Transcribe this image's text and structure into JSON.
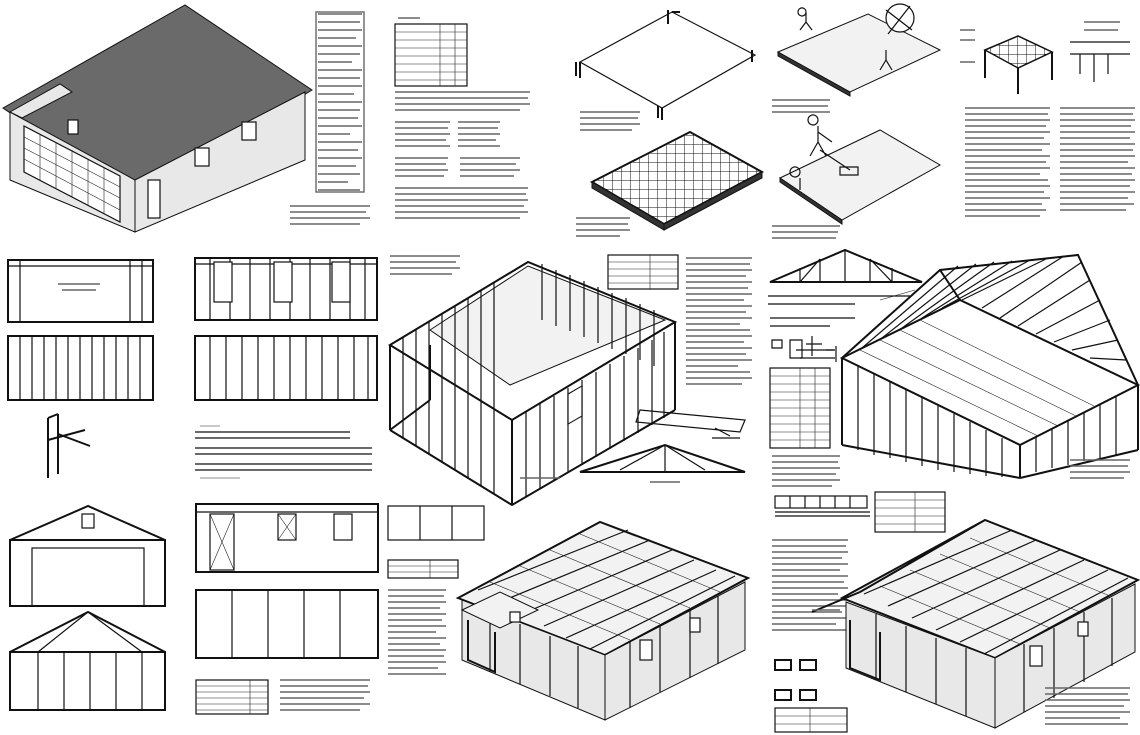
{
  "sheet": {
    "corner_left": "",
    "corner_right": ""
  },
  "icons": [
    "garage-rendering",
    "floor-plan",
    "wall-framing",
    "truss-diagram",
    "roof-framing",
    "sheathing"
  ],
  "colors": {
    "ink": "#111111",
    "paper": "#ffffff",
    "roof_shade": "#6a6a6a"
  }
}
